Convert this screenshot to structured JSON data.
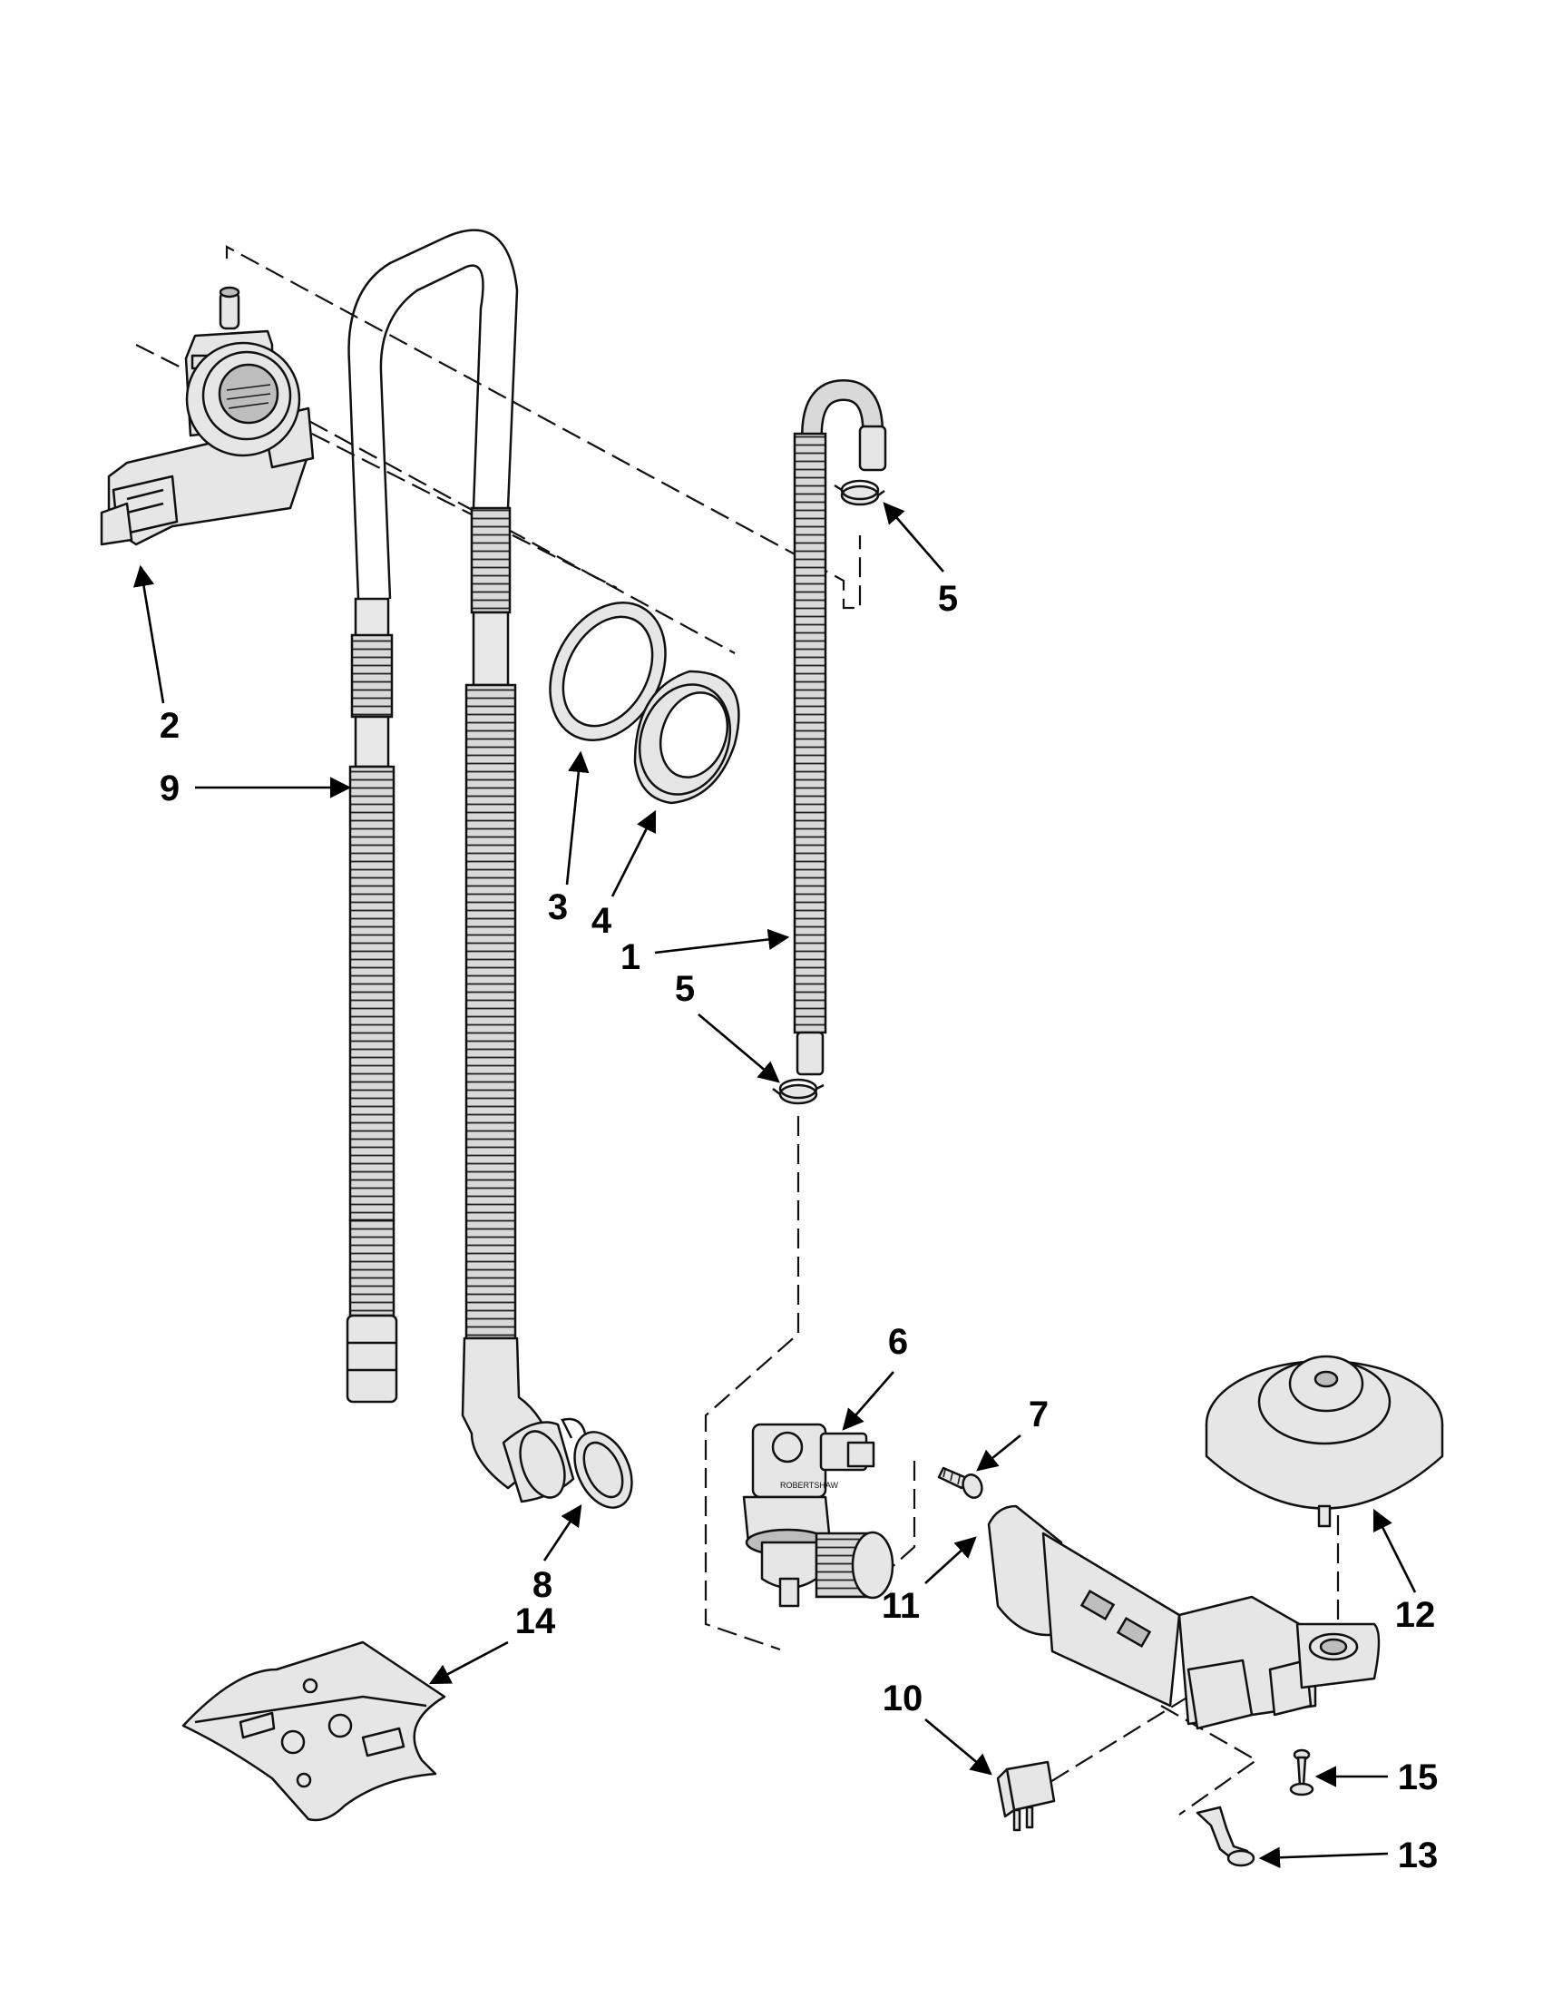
{
  "callouts": {
    "c1": "1",
    "c2": "2",
    "c3": "3",
    "c4": "4",
    "c5_top": "5",
    "c5_mid": "5",
    "c6": "6",
    "c7": "7",
    "c8": "8",
    "c9": "9",
    "c10": "10",
    "c11": "11",
    "c12": "12",
    "c13": "13",
    "c14": "14",
    "c15": "15"
  }
}
